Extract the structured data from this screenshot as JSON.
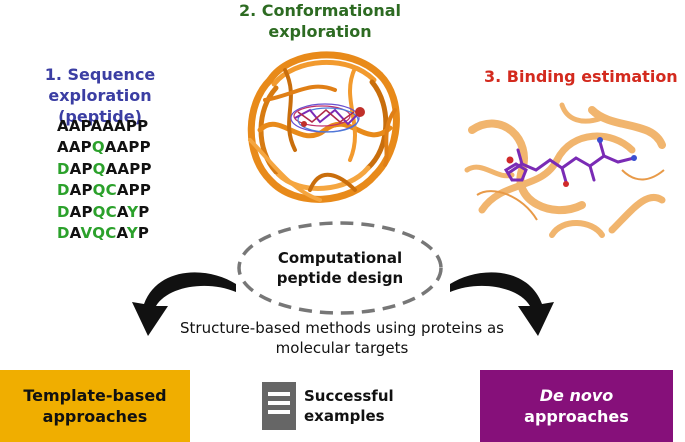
{
  "titles": {
    "sequence": [
      "1. Sequence exploration",
      "(peptide)"
    ],
    "conformational": [
      "2. Conformational",
      "exploration"
    ],
    "binding": "3. Binding estimation"
  },
  "sequences": [
    [
      [
        "A",
        false
      ],
      [
        "A",
        false
      ],
      [
        "P",
        false
      ],
      [
        "A",
        false
      ],
      [
        "A",
        false
      ],
      [
        "A",
        false
      ],
      [
        "P",
        false
      ],
      [
        "P",
        false
      ]
    ],
    [
      [
        "A",
        false
      ],
      [
        "A",
        false
      ],
      [
        "P",
        false
      ],
      [
        "Q",
        true
      ],
      [
        "A",
        false
      ],
      [
        "A",
        false
      ],
      [
        "P",
        false
      ],
      [
        "P",
        false
      ]
    ],
    [
      [
        "D",
        true
      ],
      [
        "A",
        false
      ],
      [
        "P",
        false
      ],
      [
        "Q",
        true
      ],
      [
        "A",
        false
      ],
      [
        "A",
        false
      ],
      [
        "P",
        false
      ],
      [
        "P",
        false
      ]
    ],
    [
      [
        "D",
        true
      ],
      [
        "A",
        false
      ],
      [
        "P",
        false
      ],
      [
        "Q",
        true
      ],
      [
        "C",
        true
      ],
      [
        "A",
        false
      ],
      [
        "P",
        false
      ],
      [
        "P",
        false
      ]
    ],
    [
      [
        "D",
        true
      ],
      [
        "A",
        false
      ],
      [
        "P",
        false
      ],
      [
        "Q",
        true
      ],
      [
        "C",
        true
      ],
      [
        "A",
        false
      ],
      [
        "Y",
        true
      ],
      [
        "P",
        false
      ]
    ],
    [
      [
        "D",
        true
      ],
      [
        "A",
        false
      ],
      [
        "V",
        true
      ],
      [
        "Q",
        true
      ],
      [
        "C",
        true
      ],
      [
        "A",
        false
      ],
      [
        "Y",
        true
      ],
      [
        "P",
        false
      ]
    ]
  ],
  "center_label": [
    "Computational",
    "peptide design"
  ],
  "caption": [
    "Structure-based methods using proteins as",
    "molecular targets"
  ],
  "left_box": [
    "Template-based",
    "approaches"
  ],
  "examples": [
    "Successful",
    "examples"
  ],
  "right_box": {
    "italic": "De novo",
    "rest": "approaches"
  },
  "colors": {
    "blue": "#3b3ea3",
    "green_title": "#2d6b22",
    "red": "#d32a1e",
    "residue_green": "#2ba12b",
    "left_box": "#f0ae00",
    "right_box": "#86107a",
    "ellipse_dash": "#777777",
    "protein_orange": "#e88a1a",
    "ligand_purple": "#7a2bb5",
    "document_icon": "#666666"
  },
  "icons": [
    "protein-ensemble-icon",
    "protein-ligand-complex-icon",
    "curved-arrow-left-icon",
    "curved-arrow-right-icon",
    "document-icon"
  ]
}
